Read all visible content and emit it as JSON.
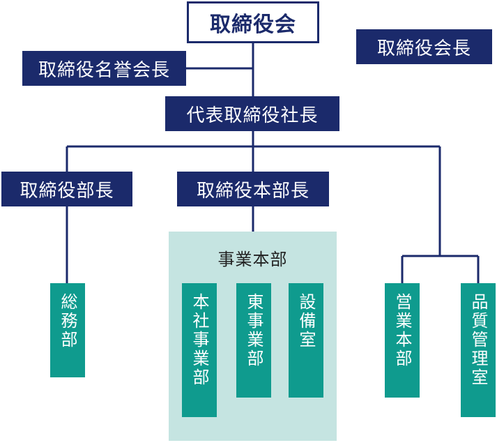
{
  "colors": {
    "navy": "#1b2a6b",
    "teal": "#0f9b8e",
    "light_teal": "#c5e4e1"
  },
  "org": {
    "board": "取締役会",
    "board_chair": "取締役会長",
    "honorary_chair": "取締役名誉会長",
    "president": "代表取締役社長",
    "director_dept": "取締役部長",
    "director_division": "取締役本部長",
    "division_name": "事業本部",
    "general_affairs": "総務部",
    "head_office_dept": "本社事業部",
    "east_dept": "東事業部",
    "equipment_room": "設備室",
    "sales_division": "営業本部",
    "quality_room": "品質管理室"
  }
}
